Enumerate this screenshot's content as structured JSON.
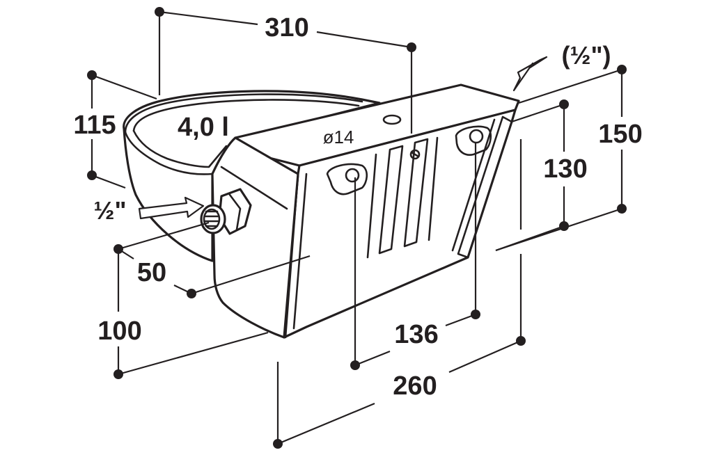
{
  "labels": {
    "width": "310",
    "bowl_height": "115",
    "volume": "4,0 l",
    "hole_diameter": "ø14",
    "inlet_top": "(½\")",
    "inlet_side": "½\"",
    "total_height": "150",
    "back_height": "130",
    "inlet_offset": "50",
    "inlet_height": "100",
    "hole_spacing": "136",
    "back_width": "260"
  },
  "colors": {
    "ink": "#231f20",
    "paper": "#ffffff"
  }
}
